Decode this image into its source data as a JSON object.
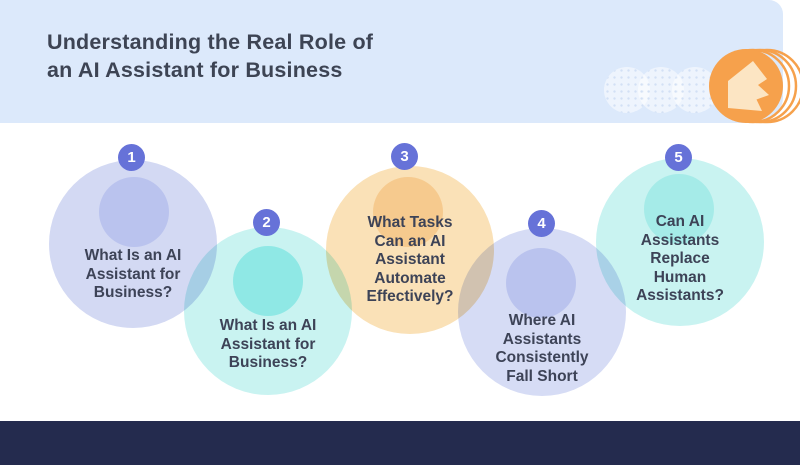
{
  "header": {
    "title_line1": "Understanding the Real Role of",
    "title_line2": "an AI Assistant for Business",
    "bg_color": "#dce9fb",
    "title_color": "#3d4454"
  },
  "decor": {
    "icon_name": "coins-arrow-icon",
    "bubble_count": 3,
    "coin_color": "#f6a14c",
    "coin_arrow_color": "#fce5c3"
  },
  "badge_color": "#6672d8",
  "text_color": "#3d4357",
  "stages": [
    {
      "number": "1",
      "label": "What Is an AI Assistant for Business?",
      "lines": [
        "What Is an AI",
        "Assistant for",
        "Business?"
      ],
      "circle_color": "#d3d9f3",
      "inner_color": "#bac3ee"
    },
    {
      "number": "2",
      "label": "What Is an AI Assistant for Business?",
      "lines": [
        "What Is an AI",
        "Assistant for",
        "Business?"
      ],
      "circle_color": "#c9f3f1",
      "inner_color": "#8fe8e5"
    },
    {
      "number": "3",
      "label": "What Tasks Can an AI Assistant Automate Effectively?",
      "lines": [
        "What Tasks",
        "Can an AI",
        "Assistant",
        "Automate",
        "Effectively?"
      ],
      "circle_color": "#fae1b7",
      "inner_color": "#f6ca8e"
    },
    {
      "number": "4",
      "label": "Where AI Assistants Consistently Fall Short",
      "lines": [
        "Where AI",
        "Assistants",
        "Consistently",
        "Fall Short"
      ],
      "circle_color": "#d6dcf5",
      "inner_color": "#bac3ee"
    },
    {
      "number": "5",
      "label": "Can AI Assistants Replace Human Assistants?",
      "lines": [
        "Can AI",
        "Assistants",
        "Replace",
        "Human",
        "Assistants?"
      ],
      "circle_color": "#c9f3f1",
      "inner_color": "#a5ebe8"
    }
  ],
  "footer": {
    "bg_color": "#242b4e"
  }
}
